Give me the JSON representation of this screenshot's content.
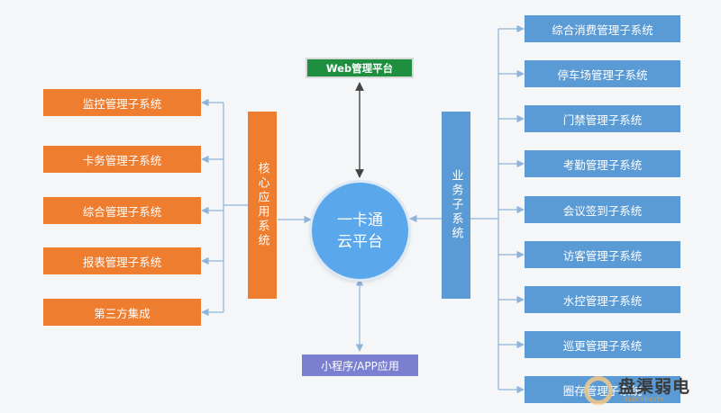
{
  "platform": {
    "center_line1": "一卡通",
    "center_line2": "云平台",
    "web_label": "Web管理平台",
    "app_label": "小程序/APP应用"
  },
  "core": {
    "label": "核心应用系统",
    "items": [
      "监控管理子系统",
      "卡务管理子系统",
      "综合管理子系统",
      "报表管理子系统",
      "第三方集成"
    ]
  },
  "business": {
    "label": "业务子系统",
    "items": [
      "综合消费管理子系统",
      "停车场管理子系统",
      "门禁管理子系统",
      "考勤管理子系统",
      "会议签到子系统",
      "访客管理子系统",
      "水控管理子系统",
      "巡更管理子系统",
      "圈存管理子系统"
    ]
  },
  "watermark": {
    "name": "盘渠弱电",
    "sub": "...ELECTRICITY"
  },
  "colors": {
    "core": "#ef7d2f",
    "business": "#5b9bd5",
    "web": "#1e8f3e",
    "app": "#7b7fd0",
    "hub": "#5aa7ec",
    "connector": "#8fb3d9"
  }
}
